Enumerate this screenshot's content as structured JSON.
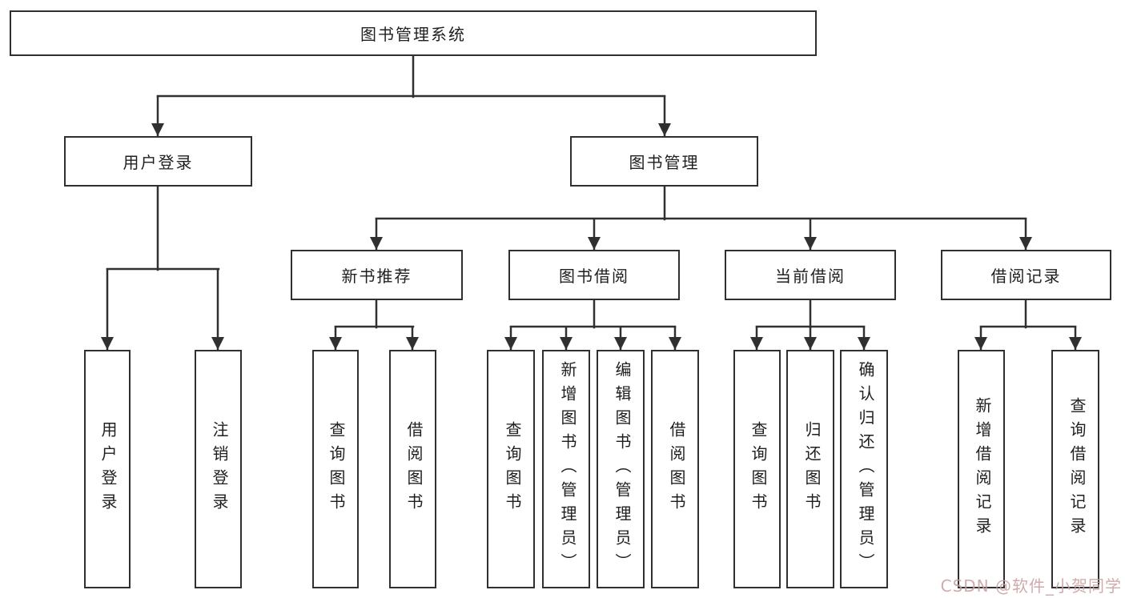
{
  "nodes": {
    "root": "图书管理系统",
    "user_login": "用户登录",
    "book_mgmt": "图书管理",
    "new_books": "新书推荐",
    "book_borrow": "图书借阅",
    "current_borrow": "当前借阅",
    "borrow_records": "借阅记录",
    "leaves": {
      "user_login": [
        "用户登录",
        "注销登录"
      ],
      "new_books": [
        "查询图书",
        "借阅图书"
      ],
      "book_borrow": [
        "查询图书",
        "新增图书（管理员）",
        "编辑图书（管理员）",
        "借阅图书"
      ],
      "current_borrow": [
        "查询图书",
        "归还图书",
        "确认归还（管理员）"
      ],
      "borrow_records": [
        "新增借阅记录",
        "查询借阅记录"
      ]
    }
  },
  "watermark": "CSDN @软件_小贺同学",
  "colors": {
    "line": "#303030",
    "box_border": "#303030",
    "text": "#1f1f1f",
    "background": "#ffffff",
    "watermark": "#c9a0a0"
  }
}
